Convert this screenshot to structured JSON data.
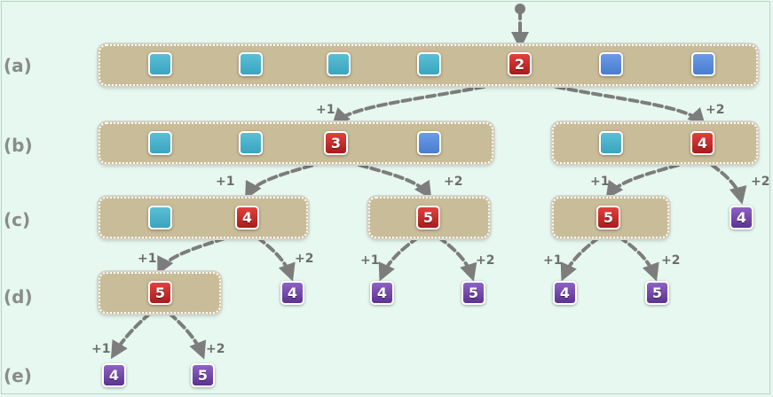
{
  "row_labels": [
    "(a)",
    "(b)",
    "(c)",
    "(d)",
    "(e)"
  ],
  "colors": {
    "panel": "#c9bc98",
    "teal": "#3aa4bf",
    "blue": "#4a7ccf",
    "red": "#c12a28",
    "purple": "#6e43a8",
    "link": "#7d7d7d"
  },
  "rows": {
    "a": {
      "panels": [
        {
          "items": [
            {
              "kind": "teal"
            },
            {
              "kind": "teal"
            },
            {
              "kind": "teal"
            },
            {
              "kind": "teal"
            },
            {
              "kind": "red",
              "label": "2"
            },
            {
              "kind": "blue"
            },
            {
              "kind": "blue"
            }
          ]
        }
      ]
    },
    "b": {
      "panels": [
        {
          "items": [
            {
              "kind": "teal"
            },
            {
              "kind": "teal"
            },
            {
              "kind": "red",
              "label": "3"
            },
            {
              "kind": "blue"
            }
          ]
        },
        {
          "items": [
            {
              "kind": "teal"
            },
            {
              "kind": "red",
              "label": "4"
            }
          ]
        }
      ]
    },
    "c": {
      "panels": [
        {
          "items": [
            {
              "kind": "teal"
            },
            {
              "kind": "red",
              "label": "4"
            }
          ]
        },
        {
          "items": [
            {
              "kind": "red",
              "label": "5"
            }
          ]
        },
        {
          "items": [
            {
              "kind": "red",
              "label": "5"
            }
          ]
        }
      ],
      "leaves": [
        "4"
      ]
    },
    "d": {
      "panels": [
        {
          "items": [
            {
              "kind": "red",
              "label": "5"
            }
          ]
        }
      ],
      "leaves": [
        "4",
        "4",
        "5",
        "4",
        "5"
      ]
    },
    "e": {
      "leaves": [
        "4",
        "5"
      ]
    }
  },
  "step_labels": [
    "+1",
    "+2"
  ]
}
